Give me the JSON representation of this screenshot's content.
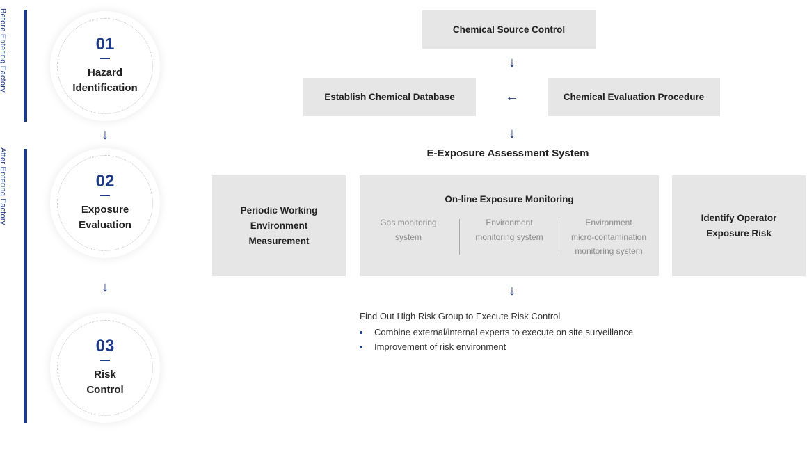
{
  "phases": [
    {
      "label": "Before Entering Factory"
    },
    {
      "label": "After Entering Factory"
    }
  ],
  "steps": [
    {
      "number": "01",
      "title_line1": "Hazard",
      "title_line2": "Identification"
    },
    {
      "number": "02",
      "title_line1": "Exposure",
      "title_line2": "Evaluation"
    },
    {
      "number": "03",
      "title_line1": "Risk",
      "title_line2": "Control"
    }
  ],
  "flow": {
    "chemical_source_control": "Chemical Source Control",
    "establish_chemical_database": "Establish Chemical Database",
    "chemical_evaluation_procedure": "Chemical Evaluation Procedure",
    "e_exposure_assessment_system": "E-Exposure Assessment System",
    "periodic": {
      "line1": "Periodic Working",
      "line2": "Environment",
      "line3": "Measurement"
    },
    "online": {
      "title": "On-line Exposure Monitoring",
      "items": [
        {
          "line1": "Gas monitoring",
          "line2": "system",
          "line3": ""
        },
        {
          "line1": "Environment",
          "line2": "monitoring system",
          "line3": ""
        },
        {
          "line1": "Environment",
          "line2": "micro-contamination",
          "line3": "monitoring system"
        }
      ]
    },
    "identify": {
      "line1": "Identify Operator",
      "line2": "Exposure Risk"
    }
  },
  "risk_control": {
    "title": "Find Out High Risk Group to Execute Risk Control",
    "bullets": [
      "Combine external/internal experts to execute on site surveillance",
      "Improvement of risk environment"
    ]
  },
  "icons": {
    "arrow_down": "↓",
    "arrow_left": "←"
  },
  "colors": {
    "accent": "#1f3b86",
    "box": "#e6e6e6"
  }
}
